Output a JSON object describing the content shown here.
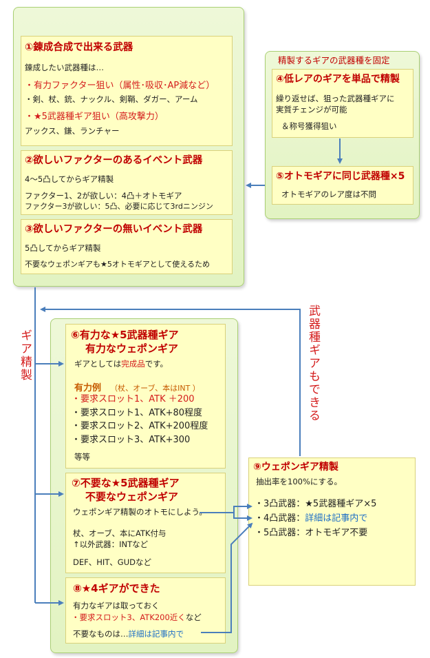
{
  "b1": {
    "title": "①錬成合成で出来る武器",
    "intro": "錬成したい武器種は…",
    "line1": "・有力ファクター狙い（属性･吸収･AP減など）",
    "line2": "・剣、杖、銃、ナックル、剣鞘、ダガー、アーム",
    "line3": "・★5武器種ギア狙い（高攻撃力）",
    "line4": "アックス、鎌、ランチャー"
  },
  "b2": {
    "title": "②欲しいファクターのあるイベント武器",
    "line1": "4～5凸してからギア精製",
    "line2": "ファクター1、2が欲しい：4凸＋オトモギア",
    "line3": "ファクター3が欲しい：5凸、必要に応じて3rdニンジン"
  },
  "b3": {
    "title": "③欲しいファクターの無いイベント武器",
    "line1": "5凸してからギア精製",
    "line2": "不要なウェポンギアも★5オトモギアとして使えるため"
  },
  "right_group": {
    "header": "精製するギアの武器種を固定"
  },
  "b4": {
    "title": "④低レアのギアを単品で精製",
    "line1": "繰り返せば、狙った武器種ギアに",
    "line2": "実質チェンジが可能",
    "line3": "＆称号獲得狙い"
  },
  "b5": {
    "title": "⑤オトモギアに同じ武器種×5",
    "line1": "オトモギアのレア度は不問"
  },
  "b6": {
    "title1": "⑥有力な★5武器種ギア",
    "title2": "有力なウェポンギア",
    "line1_a": "ギアとしては",
    "line1_b": "完成品",
    "line1_c": "です。",
    "example_label": "有力例",
    "example_note": "（杖、オーブ、本はINT ）",
    "ex1": "・要求スロット1、ATK ＋200",
    "ex2": "・要求スロット1、ATK+80程度",
    "ex3": "・要求スロット2、ATK+200程度",
    "ex4": "・要求スロット3、ATK+300",
    "etc": "等等"
  },
  "b7": {
    "title1": "⑦不要な★5武器種ギア",
    "title2": "不要なウェポンギア",
    "line1": "ウェポンギア精製のオトモにしよう。",
    "line2": "杖、オーブ、本にATK付与",
    "line3": "↑以外武器：INTなど",
    "line4": "DEF、HIT、GUDなど"
  },
  "b8": {
    "title": "⑧★4ギアができた",
    "line1": "有力なギアは取っておく",
    "line2_a": "・要求スロット3、ATK200近く",
    "line2_b": "など",
    "line3_a": "不要なものは…",
    "line3_b": "詳細は記事内で"
  },
  "b9": {
    "title": "⑨ウェポンギア精製",
    "line1": "抽出率を100%にする。",
    "item1": "・3凸武器：★5武器種ギア×5",
    "item2_a": "・4凸武器：",
    "item2_b": "詳細は記事内で",
    "item3": "・5凸武器：オトモギア不要"
  },
  "labels": {
    "gear_refine": "ギア精製",
    "also_weapon": "武器種ギアもできる"
  },
  "colors": {
    "arrow": "#4a7ebb",
    "heading": "#c00000",
    "accent": "#d41c1c",
    "link": "#1f6fc5"
  }
}
